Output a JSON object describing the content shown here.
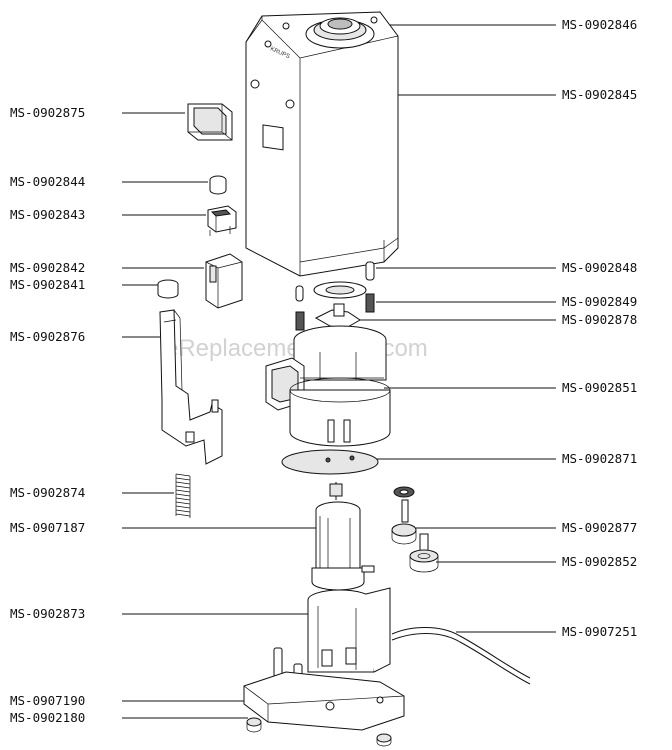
{
  "watermark": "eReplacementParts.com",
  "brand_mark": "KRUPS",
  "labels_left": [
    {
      "id": "MS-0902875",
      "text": "MS-0902875"
    },
    {
      "id": "MS-0902844",
      "text": "MS-0902844"
    },
    {
      "id": "MS-0902843",
      "text": "MS-0902843"
    },
    {
      "id": "MS-0902842",
      "text": "MS-0902842"
    },
    {
      "id": "MS-0902841",
      "text": "MS-0902841"
    },
    {
      "id": "MS-0902876",
      "text": "MS-0902876"
    },
    {
      "id": "MS-0902874",
      "text": "MS-0902874"
    },
    {
      "id": "MS-0907187",
      "text": "MS-0907187"
    },
    {
      "id": "MS-0902873",
      "text": "MS-0902873"
    },
    {
      "id": "MS-0907190",
      "text": "MS-0907190"
    },
    {
      "id": "MS-0902180",
      "text": "MS-0902180"
    }
  ],
  "labels_right": [
    {
      "id": "MS-0902846",
      "text": "MS-0902846"
    },
    {
      "id": "MS-0902845",
      "text": "MS-0902845"
    },
    {
      "id": "MS-0902848",
      "text": "MS-0902848"
    },
    {
      "id": "MS-0902849",
      "text": "MS-0902849"
    },
    {
      "id": "MS-0902878",
      "text": "MS-0902878"
    },
    {
      "id": "MS-0902851",
      "text": "MS-0902851"
    },
    {
      "id": "MS-0902871",
      "text": "MS-0902871"
    },
    {
      "id": "MS-0902877",
      "text": "MS-0902877"
    },
    {
      "id": "MS-0902852",
      "text": "MS-0902852"
    },
    {
      "id": "MS-0907251",
      "text": "MS-0907251"
    }
  ]
}
